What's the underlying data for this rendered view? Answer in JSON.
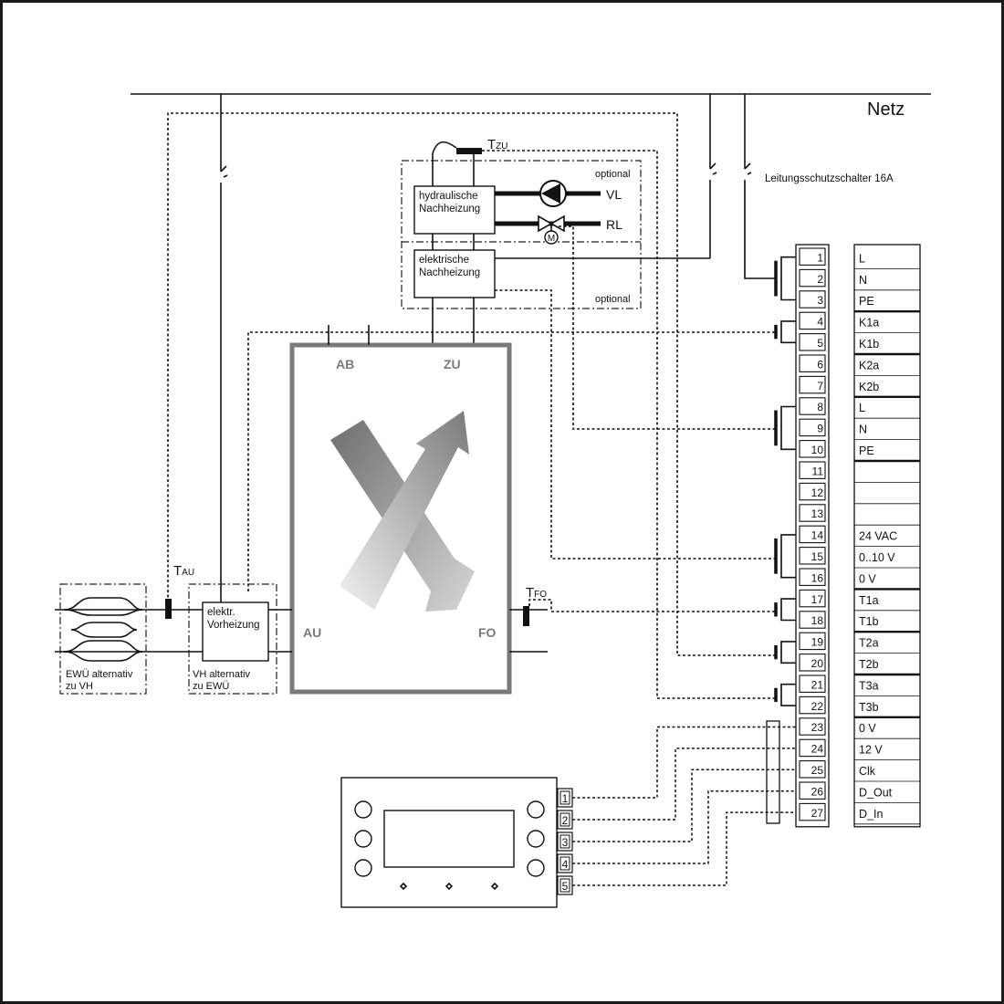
{
  "title": "Netz",
  "breaker_label": "Leitungsschutzschalter 16A",
  "optional_label": "optional",
  "sensors": {
    "zu": [
      "T",
      "ZU"
    ],
    "au": [
      "T",
      "AU"
    ],
    "fo": [
      "T",
      "FO"
    ]
  },
  "reheater_hydraulic": [
    "hydraulische",
    "Nachheizung"
  ],
  "reheater_electric": [
    "elektrische",
    "Nachheizung"
  ],
  "flow_labels": {
    "vl": "VL",
    "rl": "RL",
    "motor": "M"
  },
  "unit_ports": {
    "ab": "AB",
    "zu": "ZU",
    "au": "AU",
    "fo": "FO"
  },
  "preheater": [
    "elektr.",
    "Vorheizung"
  ],
  "preheater_note": [
    "VH alternativ",
    "zu EWÜ"
  ],
  "ewu_note": [
    "EWÜ alternativ",
    "zu VH"
  ],
  "terminals": [
    {
      "num": "1",
      "label": "L"
    },
    {
      "num": "2",
      "label": "N"
    },
    {
      "num": "3",
      "label": "PE"
    },
    {
      "num": "4",
      "label": "K1a"
    },
    {
      "num": "5",
      "label": "K1b"
    },
    {
      "num": "6",
      "label": "K2a"
    },
    {
      "num": "7",
      "label": "K2b"
    },
    {
      "num": "8",
      "label": "L"
    },
    {
      "num": "9",
      "label": "N"
    },
    {
      "num": "10",
      "label": "PE"
    },
    {
      "num": "11",
      "label": ""
    },
    {
      "num": "12",
      "label": ""
    },
    {
      "num": "13",
      "label": ""
    },
    {
      "num": "14",
      "label": "24 VAC"
    },
    {
      "num": "15",
      "label": "0..10 V"
    },
    {
      "num": "16",
      "label": "0 V"
    },
    {
      "num": "17",
      "label": "T1a"
    },
    {
      "num": "18",
      "label": "T1b"
    },
    {
      "num": "19",
      "label": "T2a"
    },
    {
      "num": "20",
      "label": "T2b"
    },
    {
      "num": "21",
      "label": "T3a"
    },
    {
      "num": "22",
      "label": "T3b"
    },
    {
      "num": "23",
      "label": "0 V"
    },
    {
      "num": "24",
      "label": "12 V"
    },
    {
      "num": "25",
      "label": "Clk"
    },
    {
      "num": "26",
      "label": "D_Out"
    },
    {
      "num": "27",
      "label": "D_In"
    }
  ],
  "panel_terminals": [
    "1",
    "2",
    "3",
    "4",
    "5"
  ]
}
